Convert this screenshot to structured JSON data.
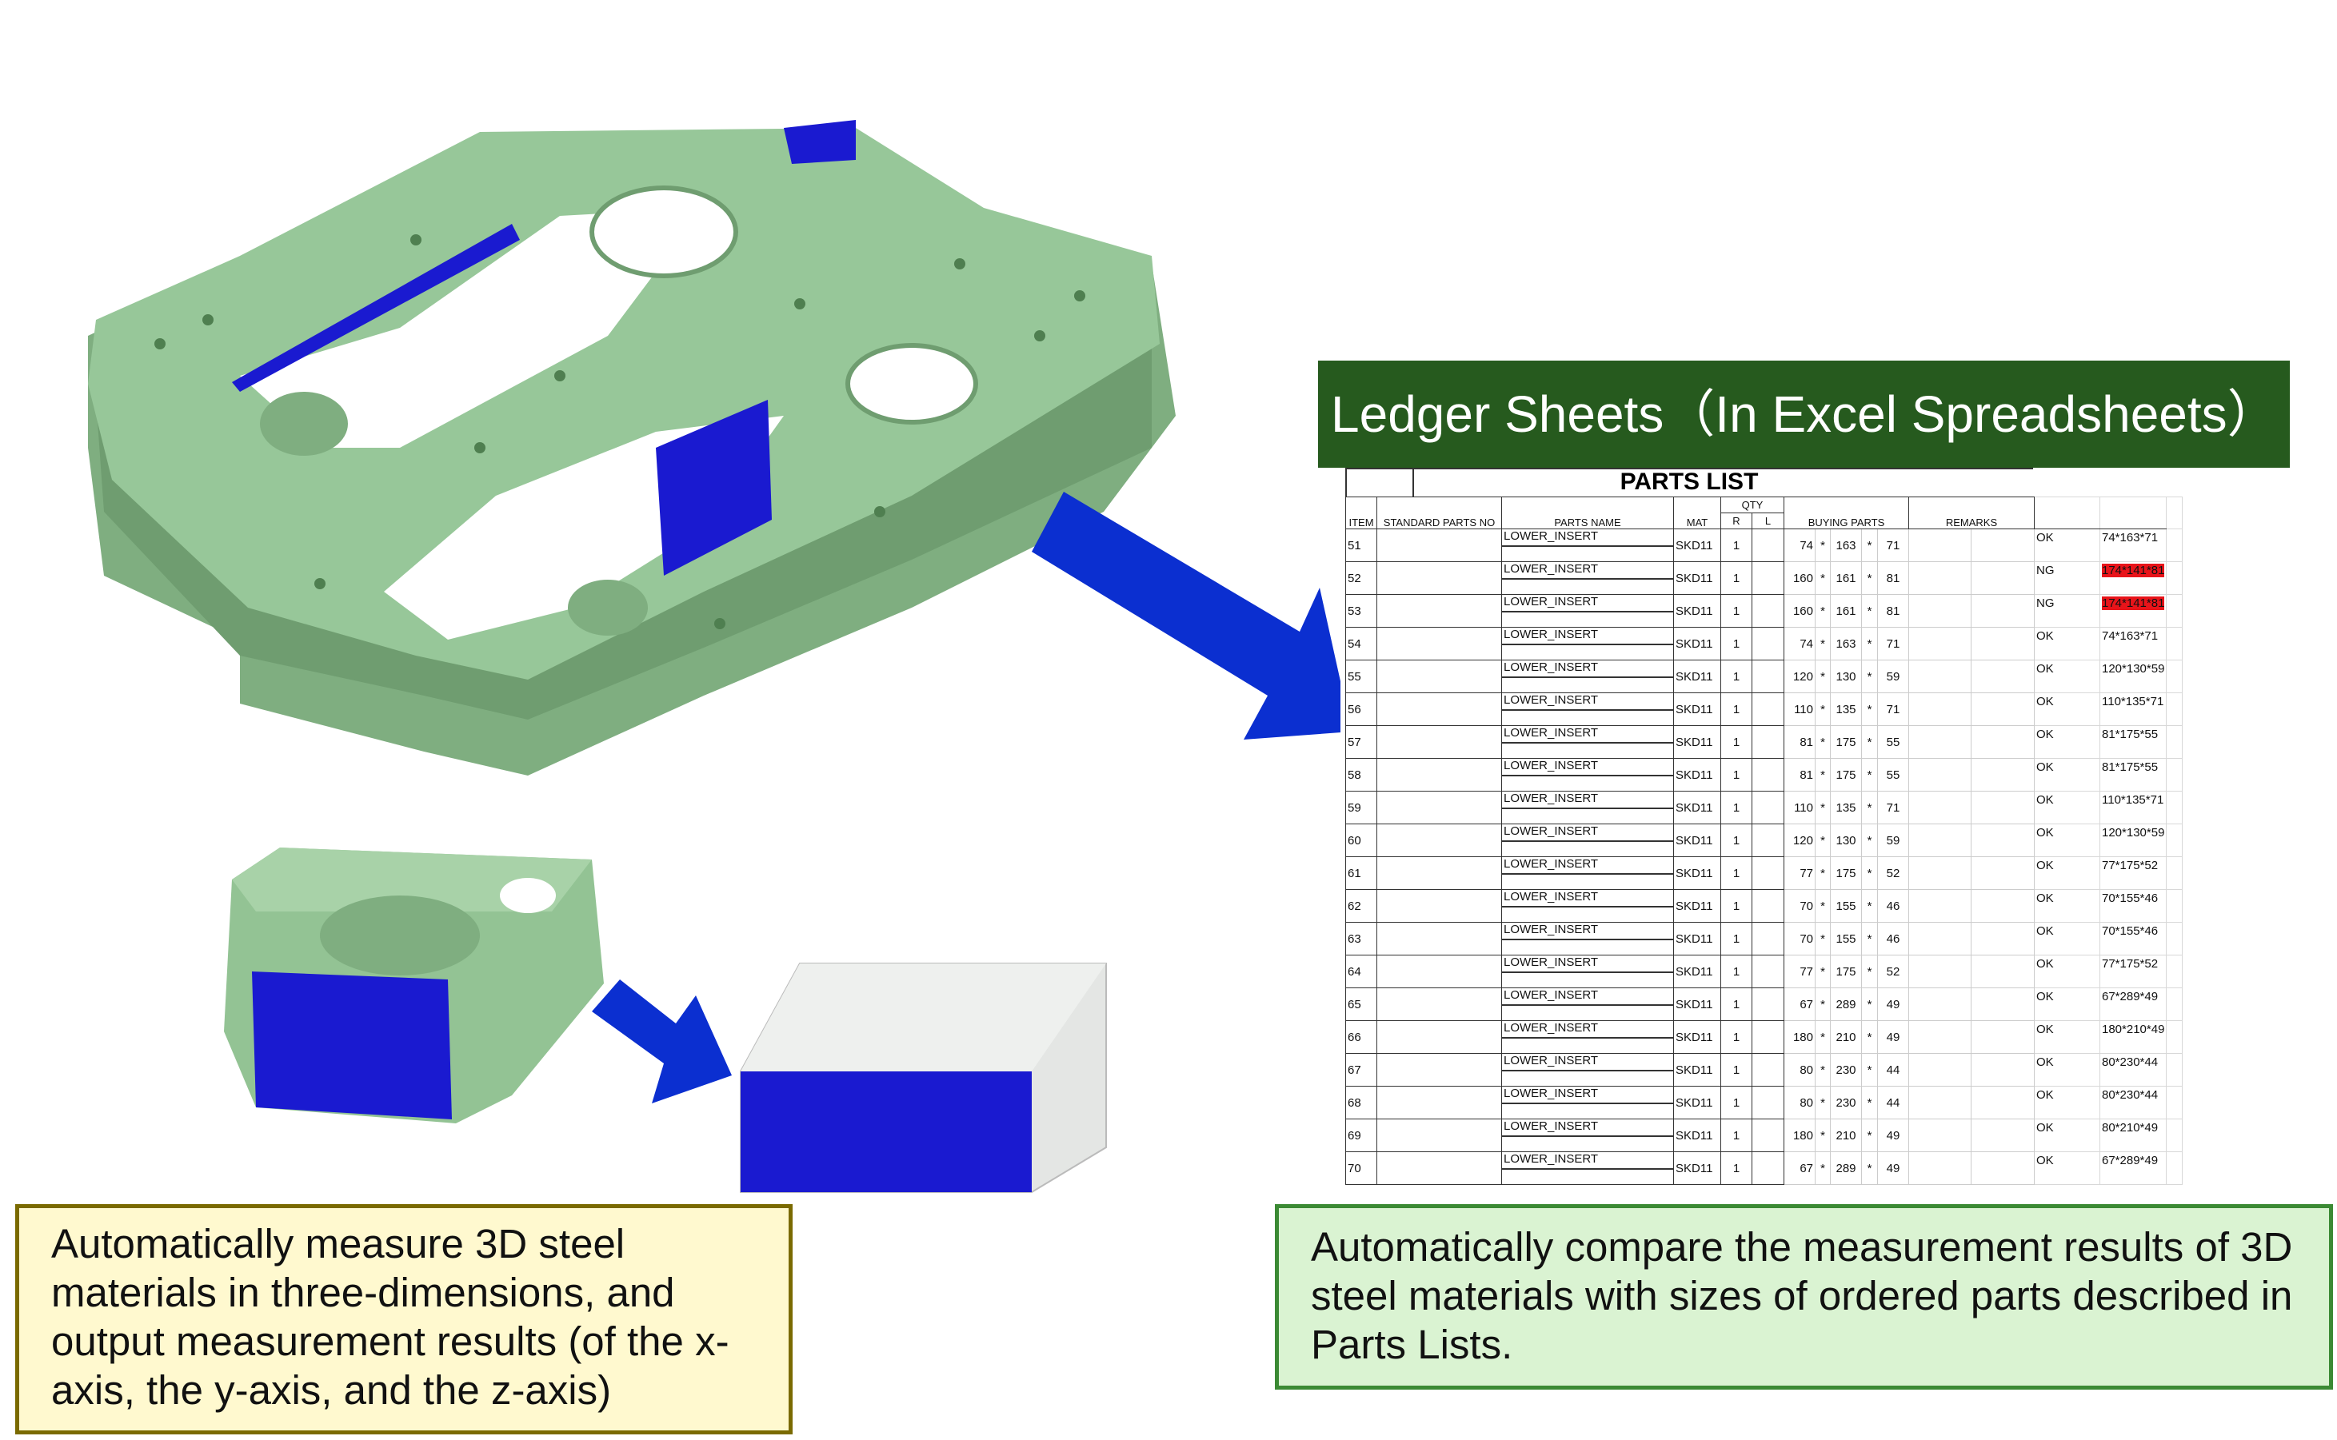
{
  "banner": {
    "title": "Ledger Sheets（In Excel Spreadsheets）",
    "color": "#265a1e"
  },
  "parts_list": {
    "title": "PARTS LIST",
    "headers": {
      "item": "ITEM",
      "standard_parts_no": "STANDARD PARTS NO",
      "parts_name": "PARTS NAME",
      "mat": "MAT",
      "qty": "QTY",
      "qty_r": "R",
      "qty_l": "L",
      "buying_parts": "BUYING PARTS",
      "remarks": "REMARKS"
    },
    "rows": [
      {
        "item": "51",
        "name": "LOWER_INSERT",
        "mat": "SKD11",
        "r": "1",
        "a": "74",
        "b": "163",
        "c": "71",
        "result": "OK",
        "measured": "74*163*71"
      },
      {
        "item": "52",
        "name": "LOWER_INSERT",
        "mat": "SKD11",
        "r": "1",
        "a": "160",
        "b": "161",
        "c": "81",
        "result": "NG",
        "measured": "174*141*81"
      },
      {
        "item": "53",
        "name": "LOWER_INSERT",
        "mat": "SKD11",
        "r": "1",
        "a": "160",
        "b": "161",
        "c": "81",
        "result": "NG",
        "measured": "174*141*81"
      },
      {
        "item": "54",
        "name": "LOWER_INSERT",
        "mat": "SKD11",
        "r": "1",
        "a": "74",
        "b": "163",
        "c": "71",
        "result": "OK",
        "measured": "74*163*71"
      },
      {
        "item": "55",
        "name": "LOWER_INSERT",
        "mat": "SKD11",
        "r": "1",
        "a": "120",
        "b": "130",
        "c": "59",
        "result": "OK",
        "measured": "120*130*59"
      },
      {
        "item": "56",
        "name": "LOWER_INSERT",
        "mat": "SKD11",
        "r": "1",
        "a": "110",
        "b": "135",
        "c": "71",
        "result": "OK",
        "measured": "110*135*71"
      },
      {
        "item": "57",
        "name": "LOWER_INSERT",
        "mat": "SKD11",
        "r": "1",
        "a": "81",
        "b": "175",
        "c": "55",
        "result": "OK",
        "measured": "81*175*55"
      },
      {
        "item": "58",
        "name": "LOWER_INSERT",
        "mat": "SKD11",
        "r": "1",
        "a": "81",
        "b": "175",
        "c": "55",
        "result": "OK",
        "measured": "81*175*55"
      },
      {
        "item": "59",
        "name": "LOWER_INSERT",
        "mat": "SKD11",
        "r": "1",
        "a": "110",
        "b": "135",
        "c": "71",
        "result": "OK",
        "measured": "110*135*71"
      },
      {
        "item": "60",
        "name": "LOWER_INSERT",
        "mat": "SKD11",
        "r": "1",
        "a": "120",
        "b": "130",
        "c": "59",
        "result": "OK",
        "measured": "120*130*59"
      },
      {
        "item": "61",
        "name": "LOWER_INSERT",
        "mat": "SKD11",
        "r": "1",
        "a": "77",
        "b": "175",
        "c": "52",
        "result": "OK",
        "measured": "77*175*52"
      },
      {
        "item": "62",
        "name": "LOWER_INSERT",
        "mat": "SKD11",
        "r": "1",
        "a": "70",
        "b": "155",
        "c": "46",
        "result": "OK",
        "measured": "70*155*46"
      },
      {
        "item": "63",
        "name": "LOWER_INSERT",
        "mat": "SKD11",
        "r": "1",
        "a": "70",
        "b": "155",
        "c": "46",
        "result": "OK",
        "measured": "70*155*46"
      },
      {
        "item": "64",
        "name": "LOWER_INSERT",
        "mat": "SKD11",
        "r": "1",
        "a": "77",
        "b": "175",
        "c": "52",
        "result": "OK",
        "measured": "77*175*52"
      },
      {
        "item": "65",
        "name": "LOWER_INSERT",
        "mat": "SKD11",
        "r": "1",
        "a": "67",
        "b": "289",
        "c": "49",
        "result": "OK",
        "measured": "67*289*49"
      },
      {
        "item": "66",
        "name": "LOWER_INSERT",
        "mat": "SKD11",
        "r": "1",
        "a": "180",
        "b": "210",
        "c": "49",
        "result": "OK",
        "measured": "180*210*49"
      },
      {
        "item": "67",
        "name": "LOWER_INSERT",
        "mat": "SKD11",
        "r": "1",
        "a": "80",
        "b": "230",
        "c": "44",
        "result": "OK",
        "measured": "80*230*44"
      },
      {
        "item": "68",
        "name": "LOWER_INSERT",
        "mat": "SKD11",
        "r": "1",
        "a": "80",
        "b": "230",
        "c": "44",
        "result": "OK",
        "measured": "80*230*44"
      },
      {
        "item": "69",
        "name": "LOWER_INSERT",
        "mat": "SKD11",
        "r": "1",
        "a": "180",
        "b": "210",
        "c": "49",
        "result": "OK",
        "measured": "80*210*49"
      },
      {
        "item": "70",
        "name": "LOWER_INSERT",
        "mat": "SKD11",
        "r": "1",
        "a": "67",
        "b": "289",
        "c": "49",
        "result": "OK",
        "measured": "67*289*49"
      }
    ],
    "times": "*",
    "ng_color": "#e8141a"
  },
  "notes": {
    "measure": "Automatically measure 3D steel materials in three-dimensions, and output measurement results (of the x-axis, the y-axis, and the z-axis)",
    "compare": "Automatically compare the measurement results of 3D steel materials with sizes of ordered parts described in Parts Lists."
  },
  "colors": {
    "model_green": "#93c394",
    "measure_blue": "#1a1ad0",
    "arrow_blue": "#0b2fd0"
  }
}
